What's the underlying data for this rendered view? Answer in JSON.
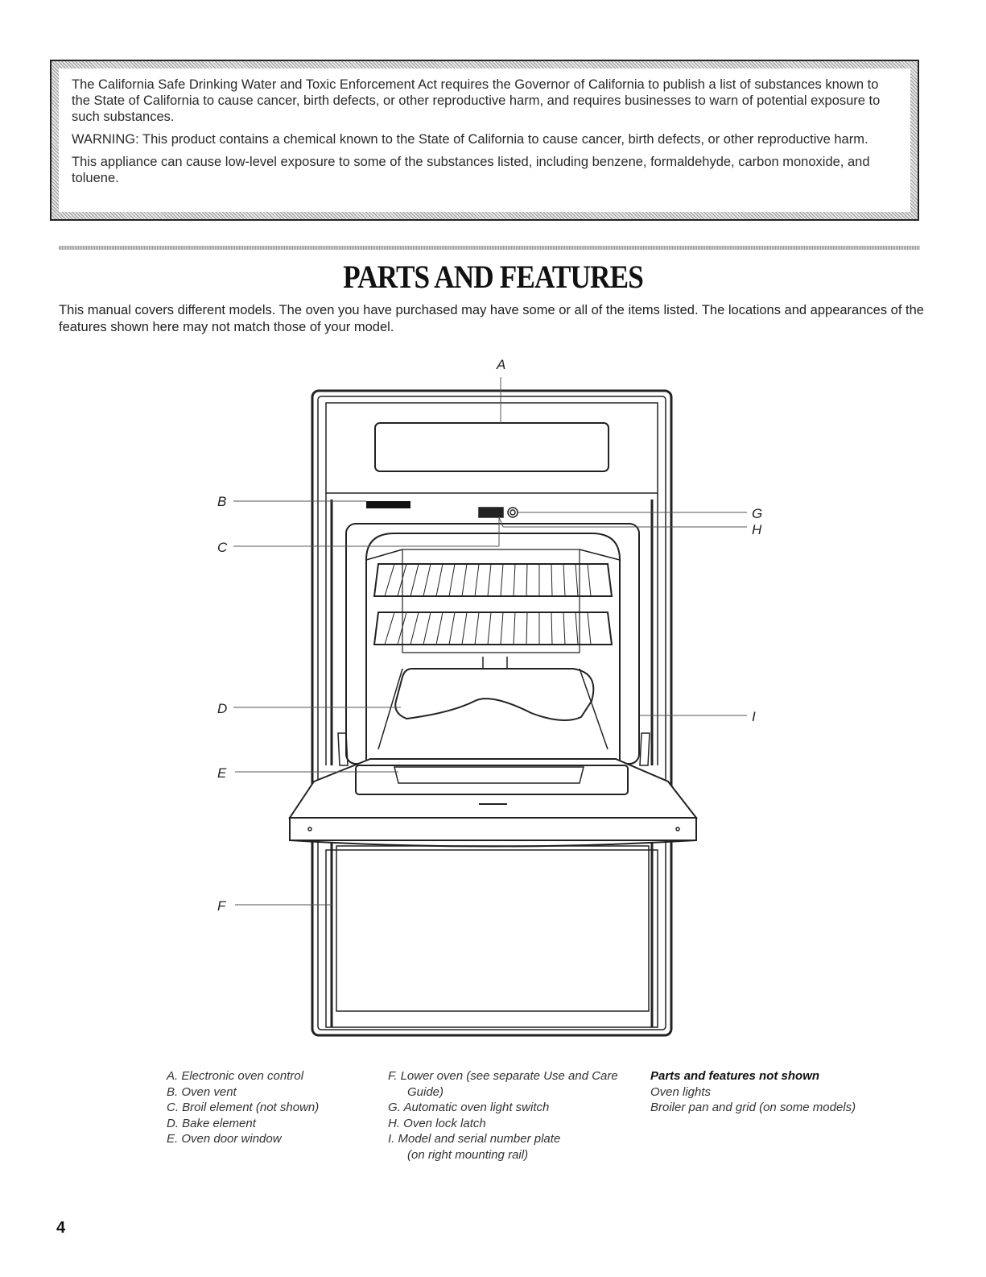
{
  "warning": {
    "p1": "The California Safe Drinking Water and Toxic Enforcement Act requires the Governor of California to publish a list of substances known to the State of California to cause cancer, birth defects, or other reproductive harm, and requires businesses to warn of potential exposure to such substances.",
    "p2": "WARNING: This product contains a chemical known to the State of California to cause cancer, birth defects, or other reproductive harm.",
    "p3": "This appliance can cause low-level exposure to some of the substances listed, including benzene, formaldehyde, carbon monoxide, and toluene."
  },
  "title": "PARTS AND FEATURES",
  "intro": "This manual covers different models. The oven you have purchased may have some or all of the items listed. The locations and appearances of the features shown here may not match those of your model.",
  "callouts": {
    "a": "A",
    "b": "B",
    "c": "C",
    "d": "D",
    "e": "E",
    "f": "F",
    "g": "G",
    "h": "H",
    "i": "I"
  },
  "legend": {
    "col1": [
      "A. Electronic oven control",
      "B. Oven vent",
      "C. Broil element (not shown)",
      "D. Bake element",
      "E. Oven door window"
    ],
    "col2": {
      "f_line1": "F. Lower oven (see separate Use and Care",
      "f_line2": "Guide)",
      "g": "G. Automatic oven light switch",
      "h": "H. Oven lock latch",
      "i_line1": "I. Model and serial number plate",
      "i_line2": "(on right mounting rail)"
    },
    "col3": {
      "heading": "Parts and features not shown",
      "items": [
        "Oven lights",
        "Broiler pan and grid (on some models)"
      ]
    }
  },
  "page_number": "4"
}
